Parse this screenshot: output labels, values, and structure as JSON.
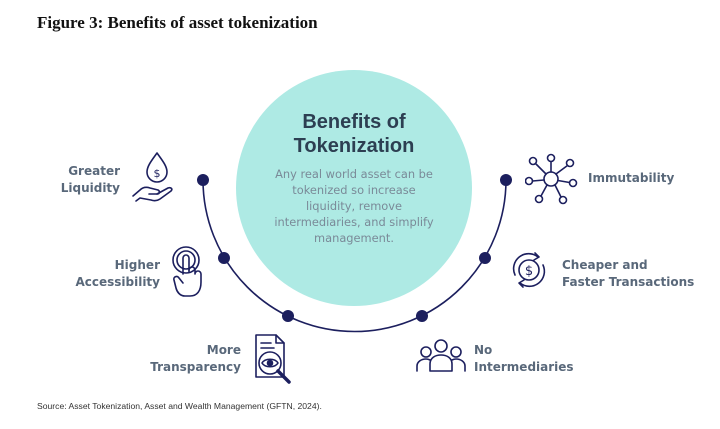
{
  "figure_title": "Figure 3: Benefits of asset tokenization",
  "center": {
    "title_line1": "Benefits of",
    "title_line2": "Tokenization",
    "body": "Any real world asset can be tokenized so increase liquidity, remove intermediaries, and simplify management."
  },
  "benefits": {
    "greater_liquidity": {
      "line1": "Greater",
      "line2": "Liquidity",
      "icon": "hand-dollar-drop-icon"
    },
    "higher_accessibility": {
      "line1": "Higher",
      "line2": "Accessibility",
      "icon": "touch-tap-icon"
    },
    "more_transparency": {
      "line1": "More",
      "line2": "Transparency",
      "icon": "document-eye-icon"
    },
    "no_intermediaries": {
      "line1": "No",
      "line2": "Intermediaries",
      "icon": "people-group-icon"
    },
    "cheaper_faster": {
      "line1": "Cheaper and",
      "line2": "Faster Transactions",
      "icon": "dollar-cycle-icon"
    },
    "immutability": {
      "line1": "Immutability",
      "icon": "network-nodes-icon"
    }
  },
  "colors": {
    "circle": "#aeeae4",
    "dots": "#1c1f5e",
    "icons": "#1c1f5e",
    "labels": "#59687a"
  },
  "source": "Source: Asset Tokenization, Asset and Wealth Management (GFTN, 2024)."
}
